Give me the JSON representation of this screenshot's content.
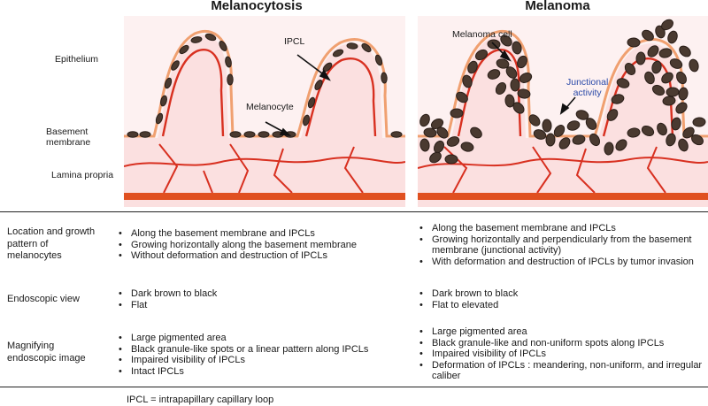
{
  "panels": {
    "left": {
      "title": "Melanocytosis"
    },
    "right": {
      "title": "Melanoma"
    }
  },
  "layers": {
    "epithelium": "Epithelium",
    "basement_membrane": "Basement\nmembrane",
    "lamina_propria": "Lamina propria"
  },
  "annotations": {
    "ipcl": "IPCL",
    "melanocyte": "Melanocyte",
    "melanoma_cell": "Melanoma cell",
    "junctional_activity": "Junctional\nactivity"
  },
  "rows": [
    {
      "label": "Location and growth\npattern of\nmelanocytes",
      "melanocytosis": [
        "Along the basement membrane and IPCLs",
        "Growing horizontally along the basement membrane",
        "Without deformation and destruction of IPCLs"
      ],
      "melanoma": [
        "Along the basement membrane and IPCLs",
        "Growing horizontally and perpendicularly from the basement membrane (junctional activity)",
        "With deformation and destruction of IPCLs by tumor invasion"
      ]
    },
    {
      "label": "Endoscopic view",
      "melanocytosis": [
        "Dark brown to black",
        "Flat"
      ],
      "melanoma": [
        "Dark brown to black",
        "Flat to elevated"
      ]
    },
    {
      "label": "Magnifying\nendoscopic image",
      "melanocytosis": [
        "Large pigmented area",
        "Black granule-like spots or a linear pattern along IPCLs",
        "Impaired visibility of IPCLs",
        "Intact IPCLs"
      ],
      "melanoma": [
        "Large pigmented area",
        "Black granule-like and non-uniform spots along IPCLs",
        "Impaired visibility of IPCLs",
        "Deformation of IPCLs : meandering, non-uniform, and irregular caliber"
      ]
    }
  ],
  "footnote": "IPCL = intrapapillary capillary loop",
  "colors": {
    "epithelium": "#fbeaea",
    "lamina": "#fbe3e3",
    "membrane": "#f0a070",
    "vessel": "#d83020",
    "cell_fill": "#4a3a30",
    "cell_dark": "#2a1e18",
    "arrow": "#111111",
    "blue_text": "#2b4aa8"
  }
}
